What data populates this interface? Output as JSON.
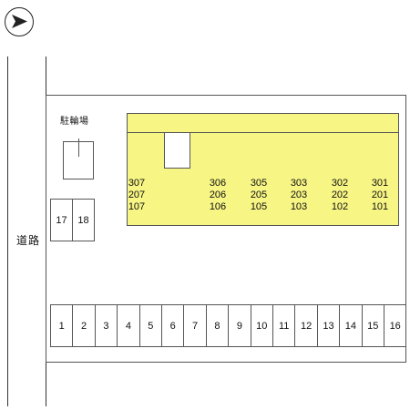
{
  "labels": {
    "bicycle_parking": "駐輪場",
    "road": "道路"
  },
  "icons": {
    "compass": "north-arrow-icon"
  },
  "building": {
    "color": "#f7f584",
    "unit_columns": [
      {
        "units": [
          "307",
          "207",
          "107"
        ]
      },
      {
        "units": [
          "306",
          "206",
          "106"
        ]
      },
      {
        "units": [
          "305",
          "205",
          "105"
        ]
      },
      {
        "units": [
          "303",
          "203",
          "103"
        ]
      },
      {
        "units": [
          "302",
          "202",
          "102"
        ]
      },
      {
        "units": [
          "301",
          "201",
          "101"
        ]
      }
    ]
  },
  "parking": {
    "side_stalls": [
      "17",
      "18"
    ],
    "bottom_stalls": [
      "1",
      "2",
      "3",
      "4",
      "5",
      "6",
      "7",
      "8",
      "9",
      "10",
      "11",
      "12",
      "13",
      "14",
      "15",
      "16"
    ]
  }
}
